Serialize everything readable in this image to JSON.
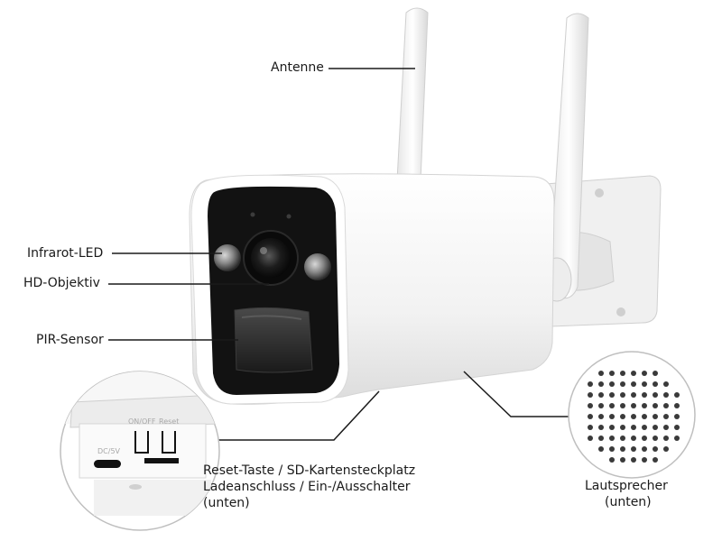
{
  "callouts": {
    "antenna": "Antenne",
    "infrared_led": "Infrarot-LED",
    "hd_lens": "HD-Objektiv",
    "pir_sensor": "PIR-Sensor",
    "reset_sd": {
      "line1": "Reset-Taste / SD-Kartensteckplatz",
      "line2": "Ladeanschluss / Ein-/Ausschalter",
      "line3": "(unten)"
    },
    "speaker": {
      "line1": "Lautsprecher",
      "line2": "(unten)"
    }
  },
  "inset_ports": {
    "port_label": "DC/5V",
    "switch_label": "ON/OFF",
    "reset_label": "Reset"
  },
  "colors": {
    "body": "#f4f4f4",
    "face": "#141414",
    "line": "#1a1a1a",
    "shadow": "#d8d8d8"
  }
}
